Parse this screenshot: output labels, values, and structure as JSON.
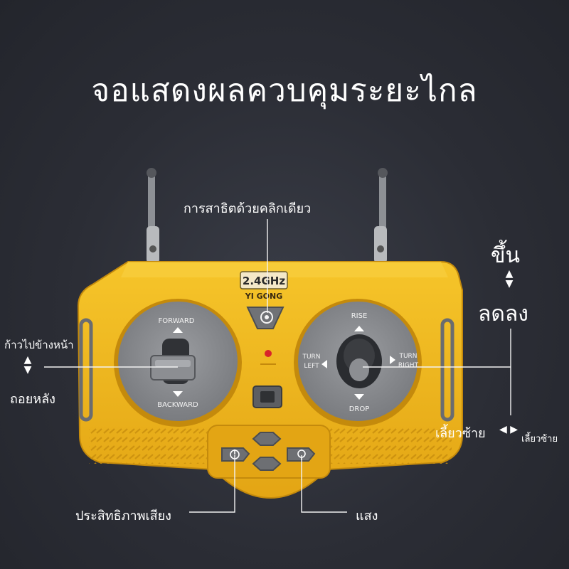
{
  "title": "จอแสดงผลควบคุมระยะไกล",
  "colors": {
    "background": "#2b2d35",
    "body_yellow": "#f1b81e",
    "body_dark_yellow": "#d69b12",
    "panel_gray": "#8a8c90",
    "button_gray": "#6d6f73"
  },
  "device": {
    "frequency": "2.4GHz",
    "brand": "YI GONG",
    "left_stick": {
      "forward": "FORWARD",
      "backward": "BACKWARD"
    },
    "right_stick": {
      "rise": "RISE",
      "drop": "DROP",
      "turn_left_1": "TURN",
      "turn_left_2": "LEFT",
      "turn_right_1": "TURN",
      "turn_right_2": "RIGHT"
    }
  },
  "callouts": {
    "demo": "การสาธิตด้วยคลิกเดียว",
    "forward": "ก้าวไปข้างหน้า",
    "backward": "ถอยหลัง",
    "up": "ขึ้น",
    "down": "ลดลง",
    "turn_left": "เลี้ยวซ้าย",
    "turn_right": "เลี้ยวซ้าย",
    "sound": "ประสิทธิภาพเสียง",
    "light": "แสง"
  },
  "icons": {
    "demo": "gear-icon",
    "sound": "sound-icon",
    "light": "bulb-icon",
    "up_down": "up-down-arrows-icon",
    "left_right": "left-right-arrows-icon"
  }
}
